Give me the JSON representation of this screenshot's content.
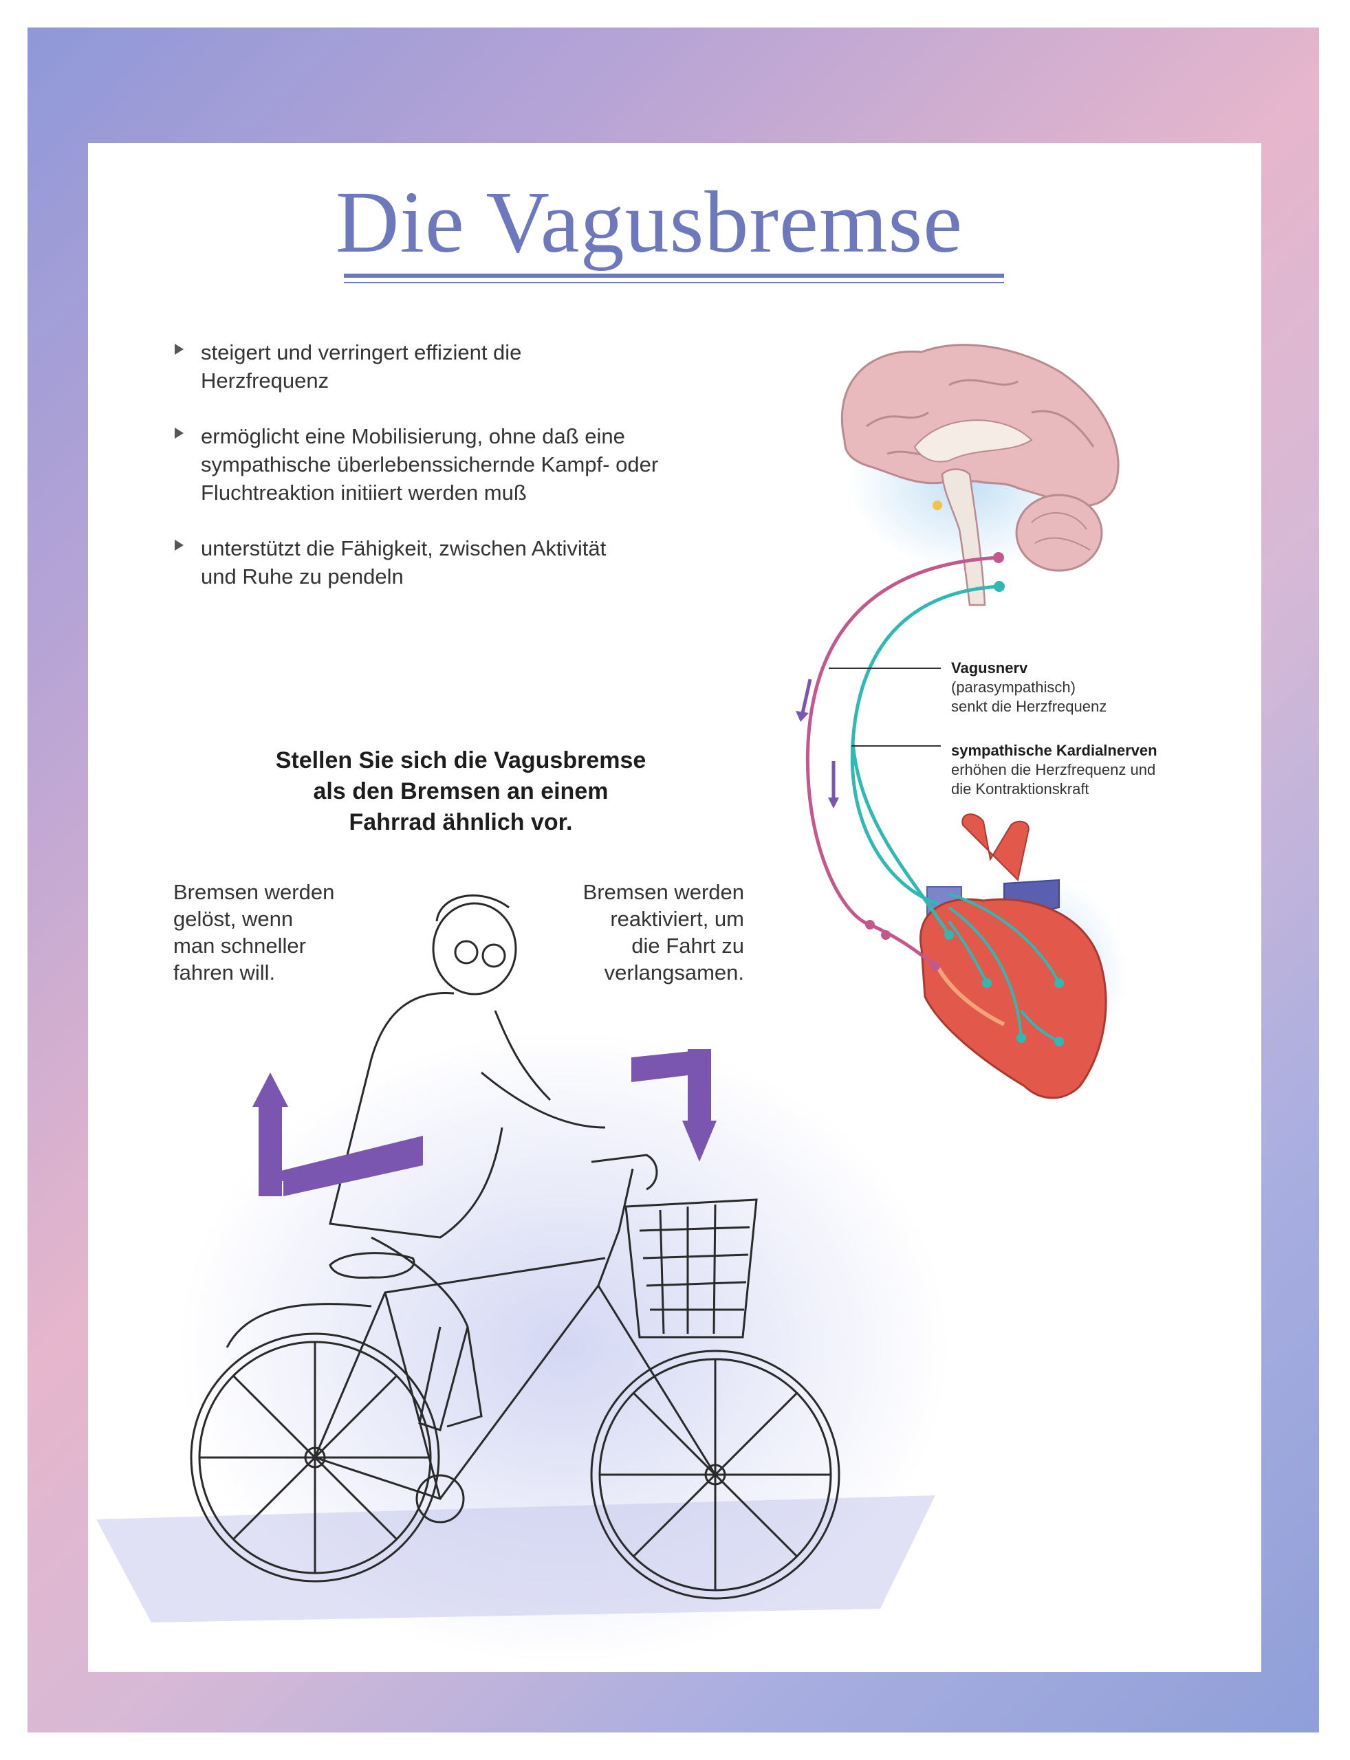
{
  "title": "Die Vagusbremse",
  "bullets": [
    {
      "line1": "steigert und verringert effizient die",
      "line2": "Herzfrequenz"
    },
    {
      "line1": "ermöglicht eine Mobilisierung, ohne daß eine",
      "line2": "sympathische überlebenssichernde Kampf- oder",
      "line3": "Fluchtreaktion initiiert werden muß"
    },
    {
      "line1": "unterstützt die Fähigkeit, zwischen Aktivität",
      "line2": "und Ruhe zu pendeln"
    }
  ],
  "lead": {
    "line1": "Stellen Sie sich die Vagusbremse",
    "line2": "als den Bremsen an einem",
    "line3": "Fahrrad ähnlich vor."
  },
  "left_caption": {
    "line1": "Bremsen werden",
    "line2": "gelöst, wenn",
    "line3": "man schneller",
    "line4": "fahren will."
  },
  "right_caption": {
    "line1": "Bremsen werden",
    "line2": "reaktiviert, um",
    "line3": "die Fahrt zu",
    "line4": "verlangsamen."
  },
  "labels": {
    "vagus": {
      "title": "Vagusnerv",
      "line1": "(parasympathisch)",
      "line2": "senkt die Herzfrequenz"
    },
    "sympathetic": {
      "title": "sympathische Kardialnerven",
      "line1": "erhöhen die Herzfrequenz und",
      "line2": "die Kontraktionskraft"
    }
  },
  "colors": {
    "title": "#6e78bd",
    "arrow": "#7a56b0",
    "vagus_nerve": "#c4588c",
    "sympathetic_nerve": "#2fb8b4",
    "heart": "#e2584a",
    "brain": "#e8b9bd"
  }
}
